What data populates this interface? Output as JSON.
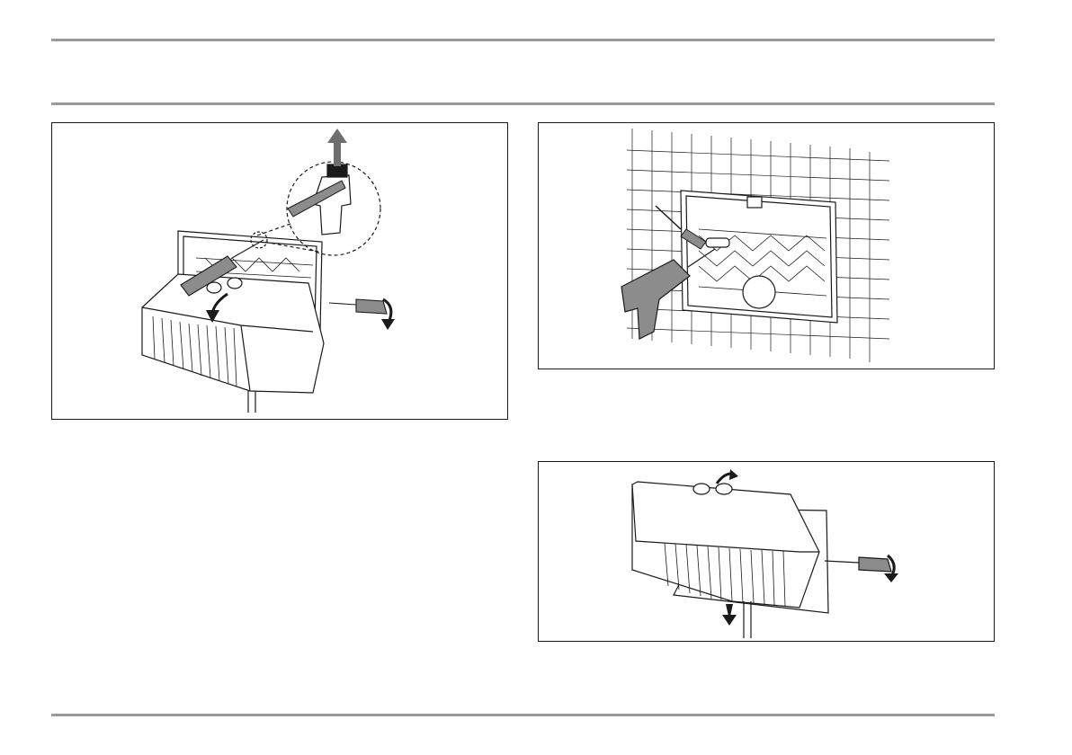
{
  "page": {
    "header_text": "",
    "footer_text": ""
  },
  "figures": [
    {
      "name": "remove-cover-figure",
      "caption": ""
    },
    {
      "name": "drill-mounting-figure",
      "caption": ""
    },
    {
      "name": "mount-appliance-figure",
      "caption": ""
    }
  ],
  "colors": {
    "rule": "#9a9a9a",
    "line": "#1a1a1a",
    "tool_grey": "#8c8c8c",
    "arrow_grey": "#6e6e6e"
  }
}
